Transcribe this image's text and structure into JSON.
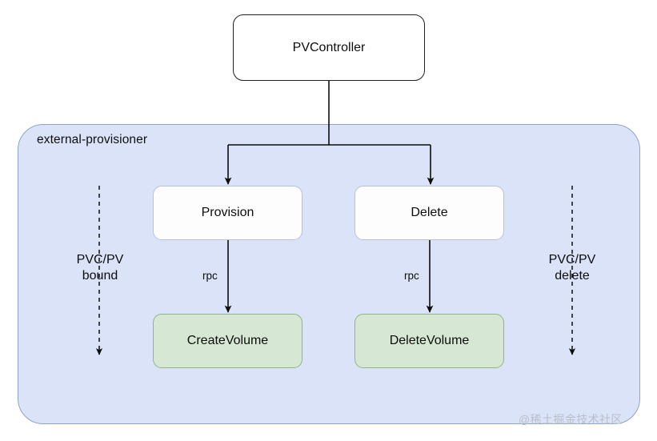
{
  "diagram": {
    "title": "PVController / external-provisioner flow",
    "background": "#ffffff",
    "group": {
      "label": "external-provisioner",
      "fill": "#dbe3f8",
      "stroke": "#8da4ca"
    },
    "nodes": [
      {
        "id": "pvcontroller",
        "label": "PVController",
        "fill": "#ffffff",
        "stroke": "#23201f"
      },
      {
        "id": "provision",
        "label": "Provision",
        "fill": "#fdfdfd",
        "stroke": "#b3c3dd"
      },
      {
        "id": "delete",
        "label": "Delete",
        "fill": "#fdfdfd",
        "stroke": "#b3c3dd"
      },
      {
        "id": "createvolume",
        "label": "CreateVolume",
        "fill": "#d6e8d3",
        "stroke": "#8cb684"
      },
      {
        "id": "deletevolume",
        "label": "DeleteVolume",
        "fill": "#d6e8d3",
        "stroke": "#8cb684"
      }
    ],
    "edge_labels": {
      "rpc_left": "rpc",
      "rpc_right": "rpc"
    },
    "side_flows": [
      {
        "id": "pvc-pv-bound",
        "line1": "PVC/PV",
        "line2": "bound",
        "style": "dashed"
      },
      {
        "id": "pvc-pv-delete",
        "line1": "PVC/PV",
        "line2": "delete",
        "style": "dashed"
      }
    ],
    "watermark": "@稀土掘金技术社区"
  }
}
